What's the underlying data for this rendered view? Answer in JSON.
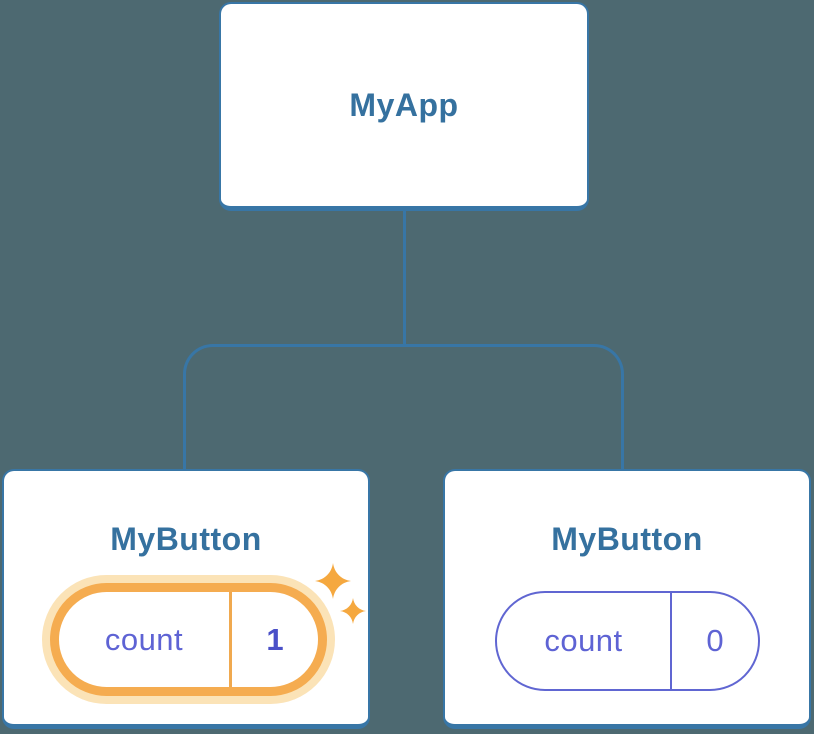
{
  "diagram": {
    "description": "React component tree with state",
    "root": {
      "label": "MyApp"
    },
    "children": [
      {
        "label": "MyButton",
        "state": {
          "key": "count",
          "value": "1"
        },
        "highlighted": true
      },
      {
        "label": "MyButton",
        "state": {
          "key": "count",
          "value": "0"
        },
        "highlighted": false
      }
    ]
  },
  "colors": {
    "bg": "#4d6971",
    "card-bg": "#ffffff",
    "card-border": "#3876a6",
    "title": "#35719f",
    "state-text": "#5e63d4",
    "state-border": "#6066d2",
    "state-value-bold": "#4a50c8",
    "hl-border": "#f5ac50",
    "hl-halo": "#fbe3b7",
    "hl-divider": "#f0a94f",
    "sparkle": "#f5a83f",
    "line": "#3876a6"
  }
}
